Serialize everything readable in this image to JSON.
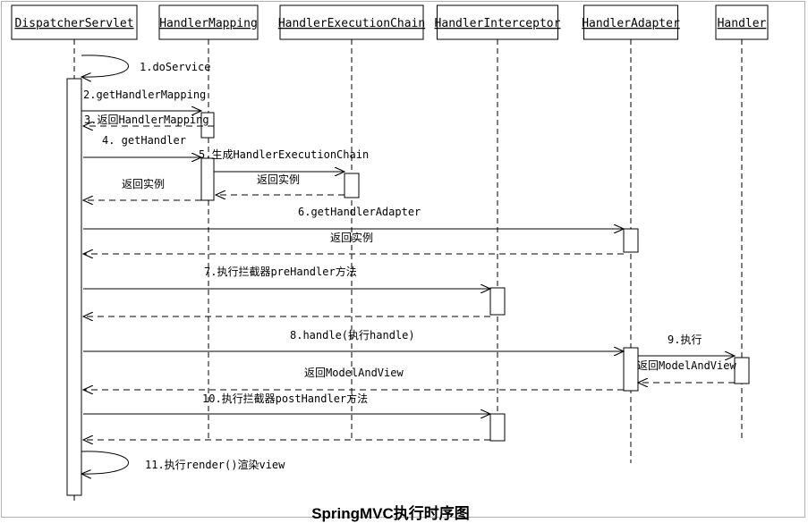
{
  "title": "SpringMVC执行时序图",
  "participants": [
    {
      "id": "ds",
      "label": "DispatcherServlet"
    },
    {
      "id": "hm",
      "label": "HandlerMapping"
    },
    {
      "id": "hec",
      "label": "HandlerExecutionChain"
    },
    {
      "id": "hi",
      "label": "HandlerInterceptor"
    },
    {
      "id": "ha",
      "label": "HandlerAdapter"
    },
    {
      "id": "h",
      "label": "Handler"
    }
  ],
  "messages": [
    {
      "from": "ds",
      "to": "ds",
      "label": "1.doService",
      "kind": "self"
    },
    {
      "from": "ds",
      "to": "hm",
      "label": "2.getHandlerMapping",
      "kind": "call"
    },
    {
      "from": "hm",
      "to": "ds",
      "label": "3.返回HandlerMapping",
      "kind": "return"
    },
    {
      "from": "ds",
      "to": "hm",
      "label": "4. getHandler",
      "kind": "call"
    },
    {
      "from": "hm",
      "to": "hec",
      "label": "5.生成HandlerExecutionChain",
      "kind": "call"
    },
    {
      "from": "hec",
      "to": "hm",
      "label": "返回实例",
      "kind": "return"
    },
    {
      "from": "hm",
      "to": "ds",
      "label": "返回实例",
      "kind": "return"
    },
    {
      "from": "ds",
      "to": "ha",
      "label": "6.getHandlerAdapter",
      "kind": "call"
    },
    {
      "from": "ha",
      "to": "ds",
      "label": "返回实例",
      "kind": "return"
    },
    {
      "from": "ds",
      "to": "hi",
      "label": "7.执行拦截器preHandler方法",
      "kind": "call"
    },
    {
      "from": "hi",
      "to": "ds",
      "label": "",
      "kind": "return"
    },
    {
      "from": "ds",
      "to": "ha",
      "label": "8.handle(执行handle)",
      "kind": "call"
    },
    {
      "from": "ha",
      "to": "h",
      "label": "9.执行",
      "kind": "call"
    },
    {
      "from": "h",
      "to": "ha",
      "label": "返回ModelAndView",
      "kind": "return"
    },
    {
      "from": "ha",
      "to": "ds",
      "label": "返回ModelAndView",
      "kind": "return"
    },
    {
      "from": "ds",
      "to": "hi",
      "label": "10.执行拦截器postHandler方法",
      "kind": "call"
    },
    {
      "from": "hi",
      "to": "ds",
      "label": "",
      "kind": "return"
    },
    {
      "from": "ds",
      "to": "ds",
      "label": "11.执行render()渲染view",
      "kind": "self"
    }
  ]
}
